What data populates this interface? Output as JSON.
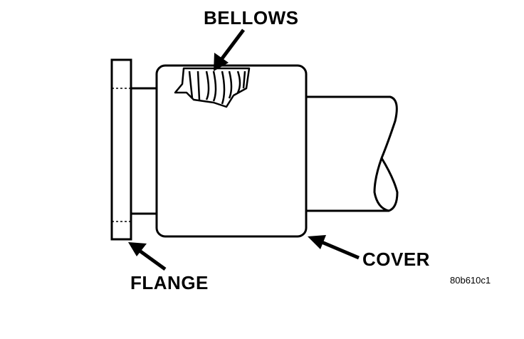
{
  "labels": {
    "bellows": "BELLOWS",
    "flange": "FLANGE",
    "cover": "COVER"
  },
  "figure_code": "80b610c1",
  "colors": {
    "ink": "#000000",
    "paper": "#ffffff"
  }
}
